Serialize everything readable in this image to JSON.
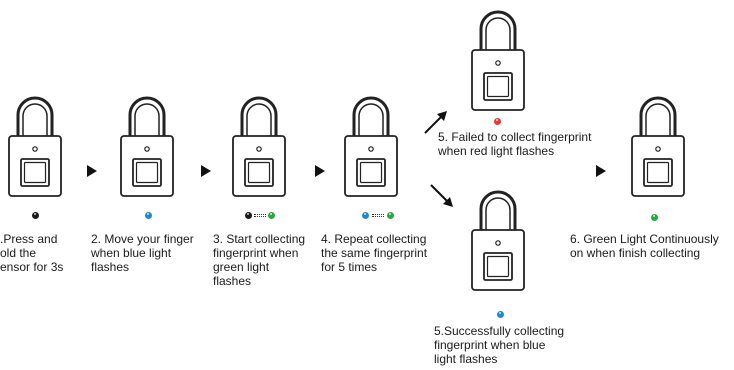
{
  "colors": {
    "black": "#1a1a1a",
    "blue": "#1e88d0",
    "green": "#27a844",
    "red": "#e53935"
  },
  "steps": [
    {
      "text": ".Press and\nold the\nensor for 3s"
    },
    {
      "text": "2. Move your finger\nwhen blue light\nflashes"
    },
    {
      "text": "3. Start collecting\nfingerprint when\ngreen light\nflashes"
    },
    {
      "text": "4. Repeat collecting\nthe same fingerprint\nfor 5   times"
    },
    {
      "text": "5. Failed to collect fingerprint\nwhen red light flashes"
    },
    {
      "text": "5.Successfully collecting\nfingerprint when blue\nlight flashes"
    },
    {
      "text": "6. Green Light Continuously\non when finish collecting"
    }
  ]
}
